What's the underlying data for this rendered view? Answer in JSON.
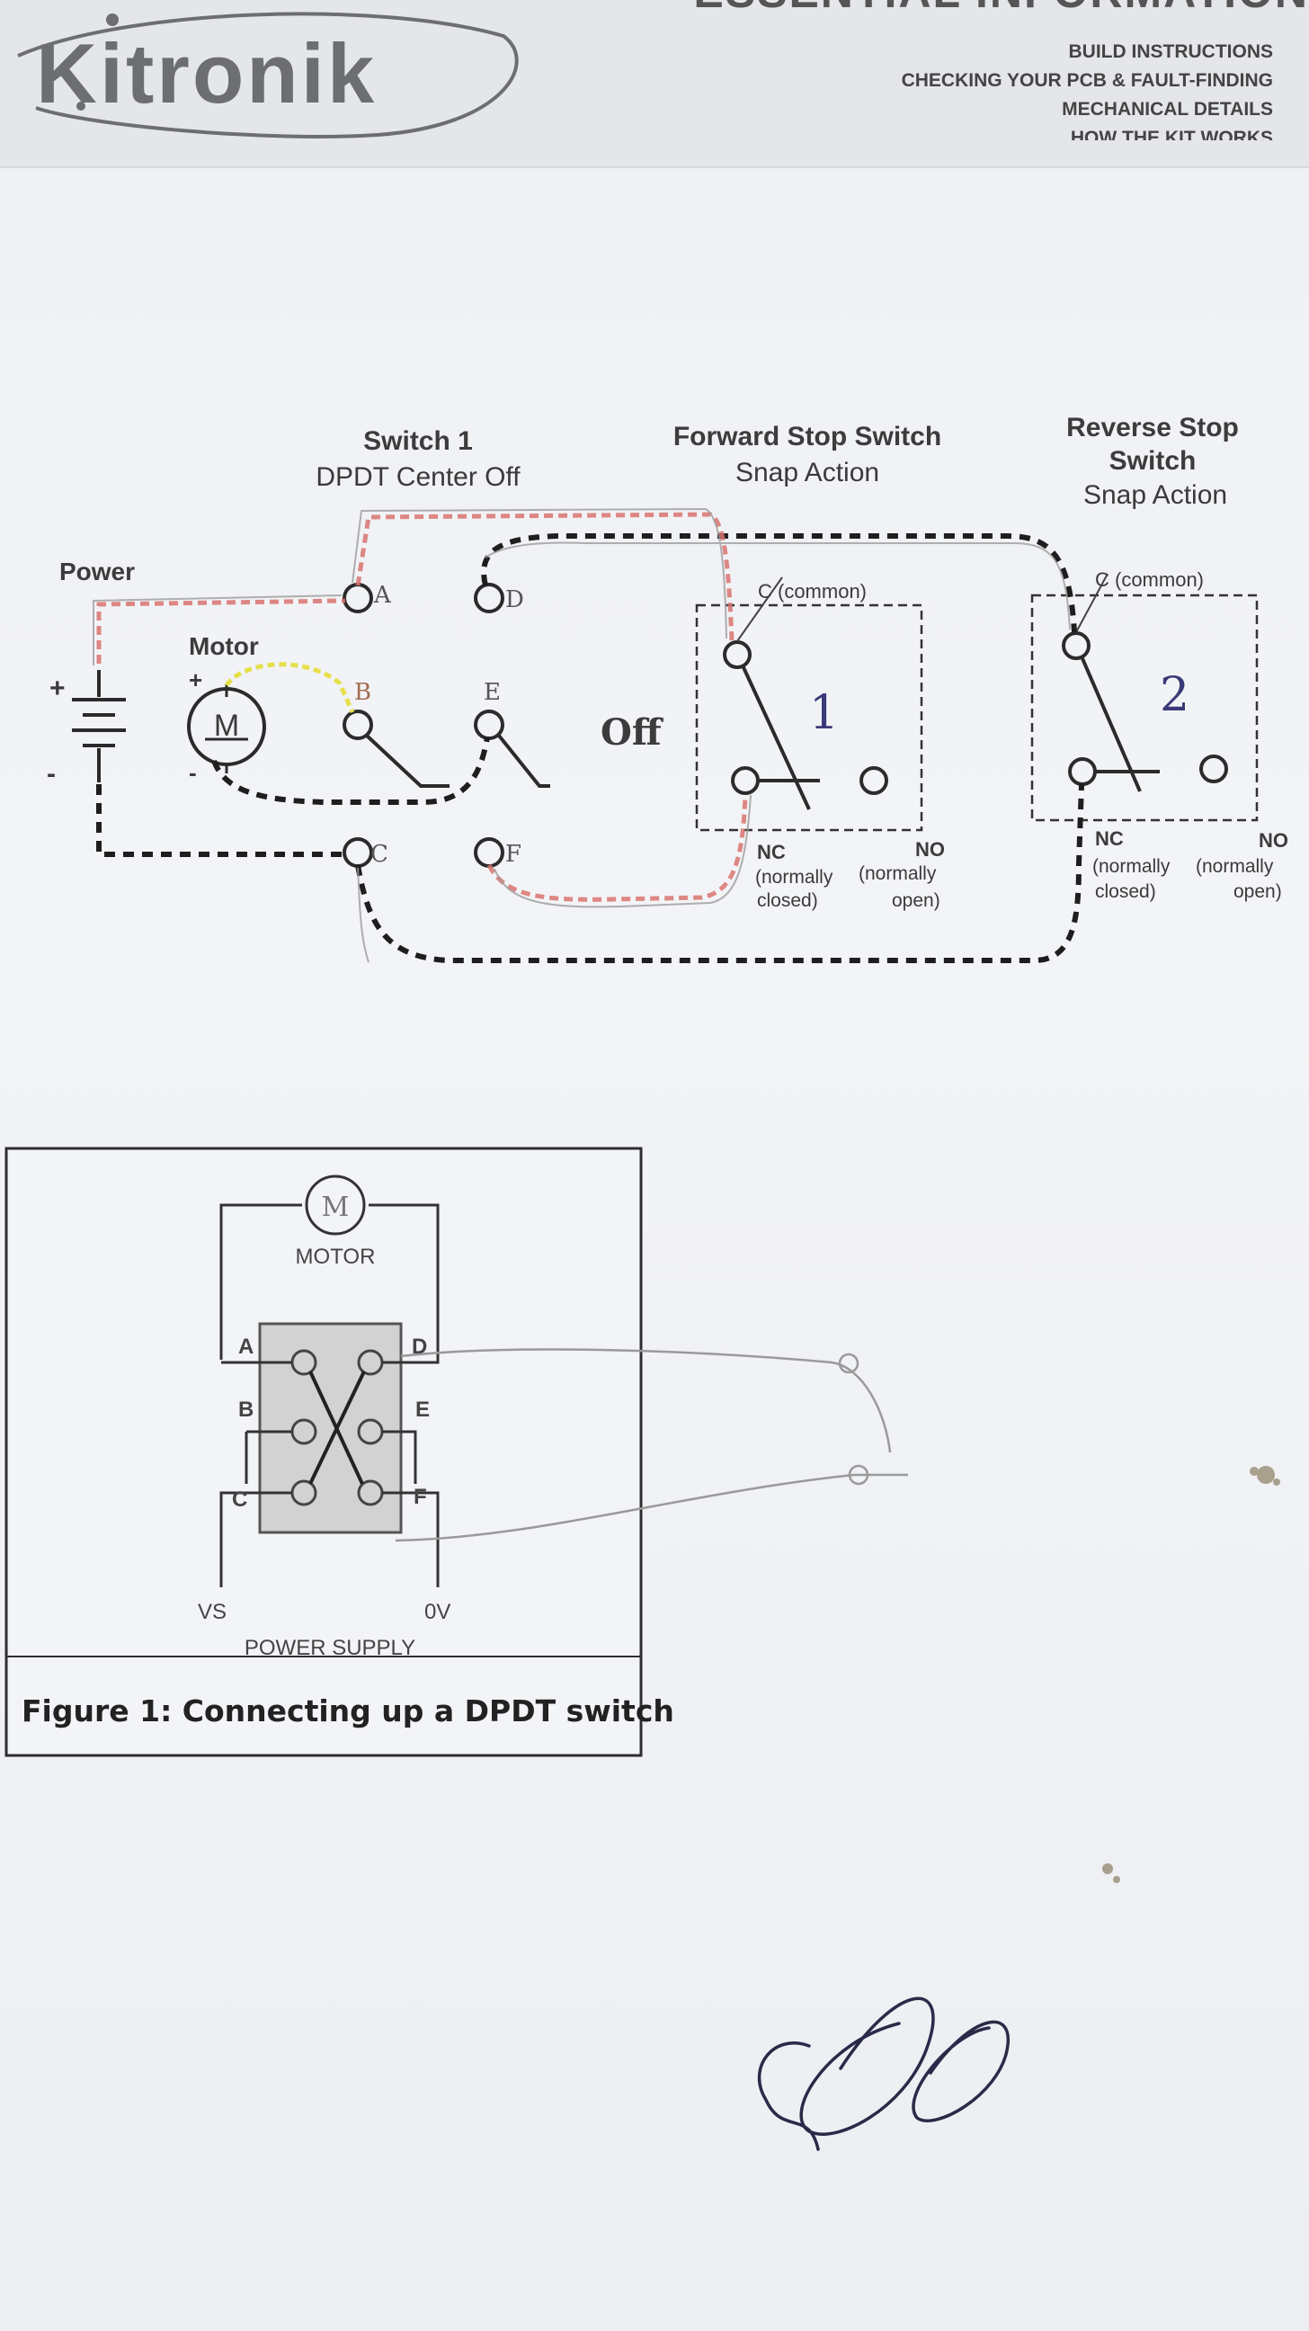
{
  "header": {
    "brand": "Kitronik",
    "section_title": "ESSENTIAL INFORMATION",
    "links": [
      "BUILD INSTRUCTIONS",
      "CHECKING YOUR PCB & FAULT-FINDING",
      "MECHANICAL DETAILS",
      "HOW THE KIT WORKS"
    ]
  },
  "schematic": {
    "switch1_title": "Switch 1",
    "switch1_subtitle": "DPDT Center Off",
    "forward_title": "Forward Stop Switch",
    "forward_subtitle": "Snap Action",
    "reverse_title_1": "Reverse Stop",
    "reverse_title_2": "Switch",
    "reverse_subtitle": "Snap Action",
    "power_label": "Power",
    "motor_label": "Motor",
    "motor_symbol": "M",
    "plus": "+",
    "minus": "-",
    "off_label": "Off",
    "common_label": "C (common)",
    "nc_label": "NC",
    "no_label": "NO",
    "nc_desc_1": "(normally",
    "nc_desc_2": "closed)",
    "no_desc_1": "(normally",
    "no_desc_2": "open)",
    "terminals": [
      "A",
      "B",
      "C",
      "D",
      "E",
      "F"
    ],
    "handwritten_1": "1",
    "handwritten_2": "2"
  },
  "figure": {
    "motor_symbol": "M",
    "motor_label": "MOTOR",
    "terminals": [
      "A",
      "B",
      "C",
      "D",
      "E",
      "F"
    ],
    "vs_label": "VS",
    "ov_label": "0V",
    "power_label": "POWER SUPPLY",
    "caption": "Figure 1: Connecting up a DPDT switch"
  },
  "colors": {
    "ink": "#2b2b2b",
    "red_pencil": "#d9736f",
    "yellow_highlight": "#e6e04a",
    "blue_ink": "#2c3568",
    "switch_gray": "#d2d2d2"
  }
}
